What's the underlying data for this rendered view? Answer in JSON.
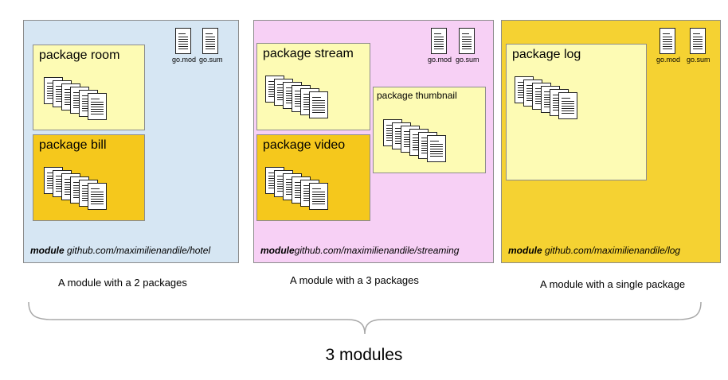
{
  "modules": [
    {
      "keyword": "module",
      "path": "github.com/maximilienandile/hotel",
      "color": "#d6e6f3",
      "gofiles": [
        "go.mod",
        "go.sum"
      ],
      "packages": [
        {
          "title": "package room",
          "color": "#fdfbb4"
        },
        {
          "title": "package bill",
          "color": "#f5c81c"
        }
      ],
      "caption": "A module with a 2 packages"
    },
    {
      "keyword": "module",
      "path": "github.com/maximilienandile/streaming",
      "color": "#f7d0f5",
      "gofiles": [
        "go.mod",
        "go.sum"
      ],
      "packages": [
        {
          "title": "package  stream",
          "color": "#fdfbb4"
        },
        {
          "title": "package  video",
          "color": "#f5c81c"
        },
        {
          "title": "package thumbnail",
          "color": "#fdfbb4"
        }
      ],
      "caption": "A module with a 3 packages"
    },
    {
      "keyword": "module",
      "path": "github.com/maximilienandile/log",
      "color": "#f5d232",
      "gofiles": [
        "go.mod",
        "go.sum"
      ],
      "packages": [
        {
          "title": "package log",
          "color": "#fdfbb4"
        }
      ],
      "caption": "A module with a single package"
    }
  ],
  "footer": "3 modules"
}
